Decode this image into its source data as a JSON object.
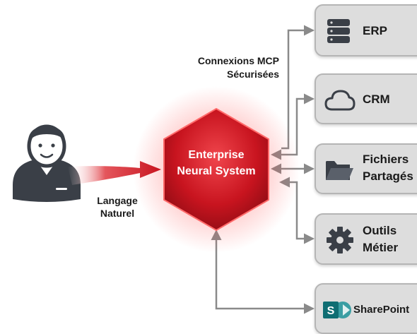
{
  "user": {
    "icon": "person-icon"
  },
  "input_label": {
    "line1": "Langage",
    "line2": "Naturel"
  },
  "hub": {
    "line1": "Enterprise",
    "line2": "Neural System",
    "color": "#d11f2a"
  },
  "connections_label": {
    "line1": "Connexions MCP",
    "line2": "Sécurisées"
  },
  "systems": [
    {
      "id": "erp",
      "icon": "database-icon",
      "line1": "ERP",
      "line2": ""
    },
    {
      "id": "crm",
      "icon": "cloud-icon",
      "line1": "CRM",
      "line2": ""
    },
    {
      "id": "files",
      "icon": "folder-icon",
      "line1": "Fichiers",
      "line2": "Partagés"
    },
    {
      "id": "tools",
      "icon": "gear-icon",
      "line1": "Outils",
      "line2": "Métier"
    },
    {
      "id": "sharepoint",
      "icon": "sharepoint-icon",
      "line1": "SharePoint",
      "line2": "",
      "icon_letter": "S",
      "icon_color": "#0f6e73"
    }
  ],
  "colors": {
    "card_bg": "#dddddd",
    "card_border": "#b5b5b5",
    "connector": "#8a8a8a",
    "user_icon": "#3a3f47",
    "arrow_red": "#d11f2a"
  }
}
